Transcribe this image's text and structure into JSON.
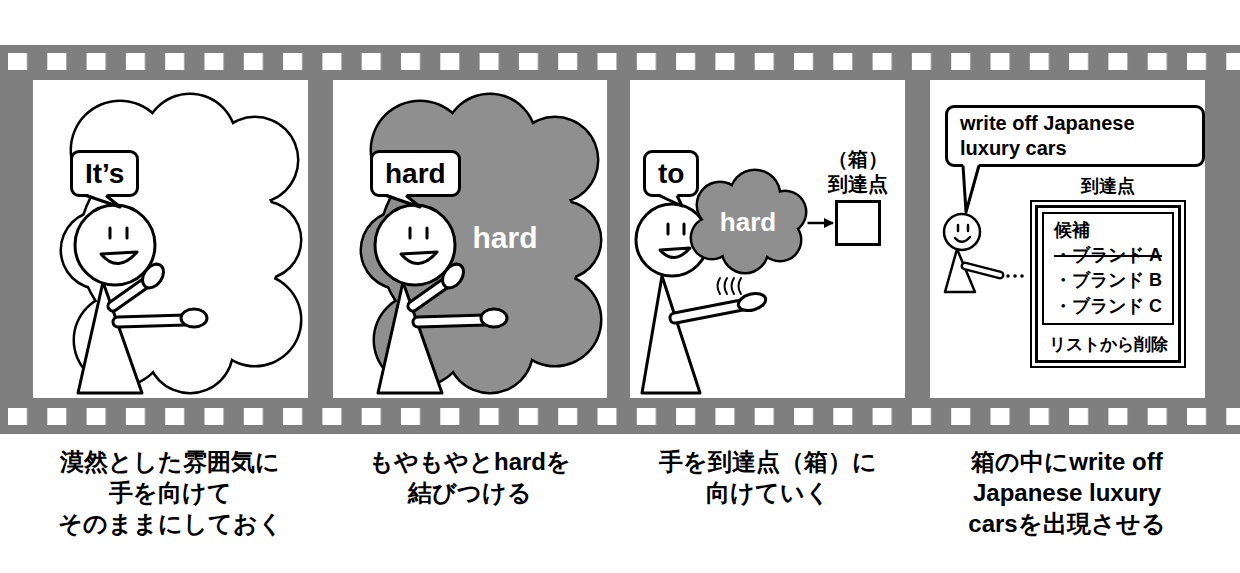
{
  "diagram": {
    "nodes": [
      {
        "text": [
          "It’s"
        ]
      },
      {
        "text": [
          "hard"
        ]
      },
      {
        "text": [
          "hard"
        ]
      },
      {
        "text": [
          "to"
        ]
      },
      {
        "text": [
          "hard"
        ]
      },
      {
        "text": [
          "（箱） 到達点"
        ]
      },
      {
        "text": [
          "write off Japanese luxury cars"
        ]
      },
      {
        "text": [
          "到達点",
          "リストから削除"
        ]
      },
      {
        "text": [
          "候補",
          "・ブランド A",
          "・ブランド B",
          "・ブランド C"
        ],
        "in": 7
      }
    ],
    "edges": [
      {
        "from": 4,
        "to": 5,
        "arrow": "to"
      }
    ],
    "labels": [
      "漠然とした雰囲気に 手を向けて そのままにしておく",
      "もやもやとhardを 結びつける",
      "手を到達点（箱）に 向けていく",
      "箱の中にwrite off Japanese luxury carsを出現させる"
    ]
  }
}
